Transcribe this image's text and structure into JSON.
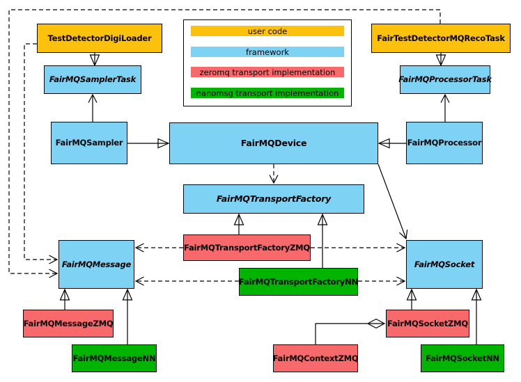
{
  "legend": {
    "items": [
      {
        "label": "user code",
        "type": "user",
        "color": "#FCC10D"
      },
      {
        "label": "framework",
        "type": "framework",
        "color": "#7ED2F4"
      },
      {
        "label": "zeromq transport implementation",
        "type": "zeromq",
        "color": "#F8696B"
      },
      {
        "label": "nanomsg transport implementation",
        "type": "nanomsg",
        "color": "#00B400"
      }
    ]
  },
  "nodes": [
    {
      "id": "TestDetectorDigiLoader",
      "label": "TestDetectorDigiLoader",
      "type": "user",
      "abstract": false
    },
    {
      "id": "FairTestDetectorMQRecoTask",
      "label": "FairTestDetectorMQRecoTask",
      "type": "user",
      "abstract": false
    },
    {
      "id": "FairMQSamplerTask",
      "label": "FairMQSamplerTask",
      "type": "framework",
      "abstract": true
    },
    {
      "id": "FairMQProcessorTask",
      "label": "FairMQProcessorTask",
      "type": "framework",
      "abstract": true
    },
    {
      "id": "FairMQSampler",
      "label": "FairMQSampler",
      "type": "framework",
      "abstract": false
    },
    {
      "id": "FairMQDevice",
      "label": "FairMQDevice",
      "type": "framework",
      "abstract": false
    },
    {
      "id": "FairMQProcessor",
      "label": "FairMQProcessor",
      "type": "framework",
      "abstract": false
    },
    {
      "id": "FairMQTransportFactory",
      "label": "FairMQTransportFactory",
      "type": "framework",
      "abstract": true
    },
    {
      "id": "FairMQTransportFactoryZMQ",
      "label": "FairMQTransportFactoryZMQ",
      "type": "zeromq",
      "abstract": false
    },
    {
      "id": "FairMQTransportFactoryNN",
      "label": "FairMQTransportFactoryNN",
      "type": "nanomsg",
      "abstract": false
    },
    {
      "id": "FairMQMessage",
      "label": "FairMQMessage",
      "type": "framework",
      "abstract": true
    },
    {
      "id": "FairMQSocket",
      "label": "FairMQSocket",
      "type": "framework",
      "abstract": true
    },
    {
      "id": "FairMQMessageZMQ",
      "label": "FairMQMessageZMQ",
      "type": "zeromq",
      "abstract": false
    },
    {
      "id": "FairMQMessageNN",
      "label": "FairMQMessageNN",
      "type": "nanomsg",
      "abstract": false
    },
    {
      "id": "FairMQSocketZMQ",
      "label": "FairMQSocketZMQ",
      "type": "zeromq",
      "abstract": false
    },
    {
      "id": "FairMQContextZMQ",
      "label": "FairMQContextZMQ",
      "type": "zeromq",
      "abstract": false
    },
    {
      "id": "FairMQSocketNN",
      "label": "FairMQSocketNN",
      "type": "nanomsg",
      "abstract": false
    }
  ],
  "edges": [
    {
      "from": "TestDetectorDigiLoader",
      "to": "FairMQSamplerTask",
      "relation": "inheritance",
      "line": "solid"
    },
    {
      "from": "FairTestDetectorMQRecoTask",
      "to": "FairMQProcessorTask",
      "relation": "inheritance",
      "line": "solid"
    },
    {
      "from": "FairMQSampler",
      "to": "FairMQDevice",
      "relation": "inheritance",
      "line": "solid"
    },
    {
      "from": "FairMQProcessor",
      "to": "FairMQDevice",
      "relation": "inheritance",
      "line": "solid"
    },
    {
      "from": "FairMQTransportFactoryZMQ",
      "to": "FairMQTransportFactory",
      "relation": "inheritance",
      "line": "solid"
    },
    {
      "from": "FairMQTransportFactoryNN",
      "to": "FairMQTransportFactory",
      "relation": "inheritance",
      "line": "solid"
    },
    {
      "from": "FairMQMessageZMQ",
      "to": "FairMQMessage",
      "relation": "inheritance",
      "line": "solid"
    },
    {
      "from": "FairMQMessageNN",
      "to": "FairMQMessage",
      "relation": "inheritance",
      "line": "solid"
    },
    {
      "from": "FairMQSocketZMQ",
      "to": "FairMQSocket",
      "relation": "inheritance",
      "line": "solid"
    },
    {
      "from": "FairMQSocketNN",
      "to": "FairMQSocket",
      "relation": "inheritance",
      "line": "solid"
    },
    {
      "from": "FairMQSampler",
      "to": "FairMQSamplerTask",
      "relation": "association",
      "line": "solid"
    },
    {
      "from": "FairMQProcessor",
      "to": "FairMQProcessorTask",
      "relation": "association",
      "line": "solid"
    },
    {
      "from": "FairMQDevice",
      "to": "FairMQSocket",
      "relation": "association",
      "line": "solid"
    },
    {
      "from": "FairMQDevice",
      "to": "FairMQTransportFactory",
      "relation": "dependency",
      "line": "dashed"
    },
    {
      "from": "FairMQTransportFactoryZMQ",
      "to": "FairMQMessage",
      "relation": "dependency",
      "line": "dashed"
    },
    {
      "from": "FairMQTransportFactoryZMQ",
      "to": "FairMQSocket",
      "relation": "dependency",
      "line": "dashed"
    },
    {
      "from": "FairMQTransportFactoryNN",
      "to": "FairMQMessage",
      "relation": "dependency",
      "line": "dashed"
    },
    {
      "from": "FairMQTransportFactoryNN",
      "to": "FairMQSocket",
      "relation": "dependency",
      "line": "dashed"
    },
    {
      "from": "TestDetectorDigiLoader",
      "to": "FairMQMessage",
      "relation": "dependency",
      "line": "dashed"
    },
    {
      "from": "FairTestDetectorMQRecoTask",
      "to": "FairMQMessage",
      "relation": "dependency",
      "line": "dashed"
    },
    {
      "from": "FairMQSocketZMQ",
      "to": "FairMQContextZMQ",
      "relation": "composition",
      "line": "solid"
    }
  ],
  "colors": {
    "user_code": "#FCC10D",
    "framework": "#7ED2F4",
    "zeromq": "#F8696B",
    "nanomsg": "#00B400",
    "line": "#000000",
    "background": "#FFFFFF"
  }
}
